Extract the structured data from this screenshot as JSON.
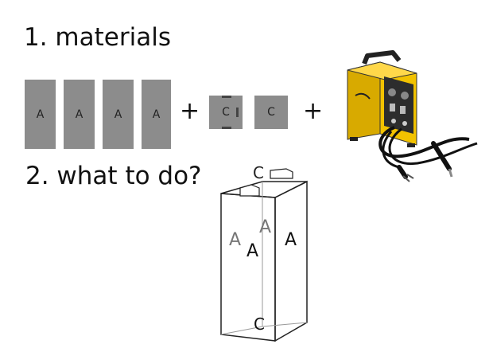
{
  "headings": {
    "step1": "1. materials",
    "step2": "2. what to do?"
  },
  "materials": {
    "plate_a_label": "A",
    "plate_c_label": "C",
    "plus": "+",
    "welder_icon": "mig-welder-icon",
    "welder_color": "#f2c200"
  },
  "assembly": {
    "label_a": "A",
    "label_c": "C"
  }
}
